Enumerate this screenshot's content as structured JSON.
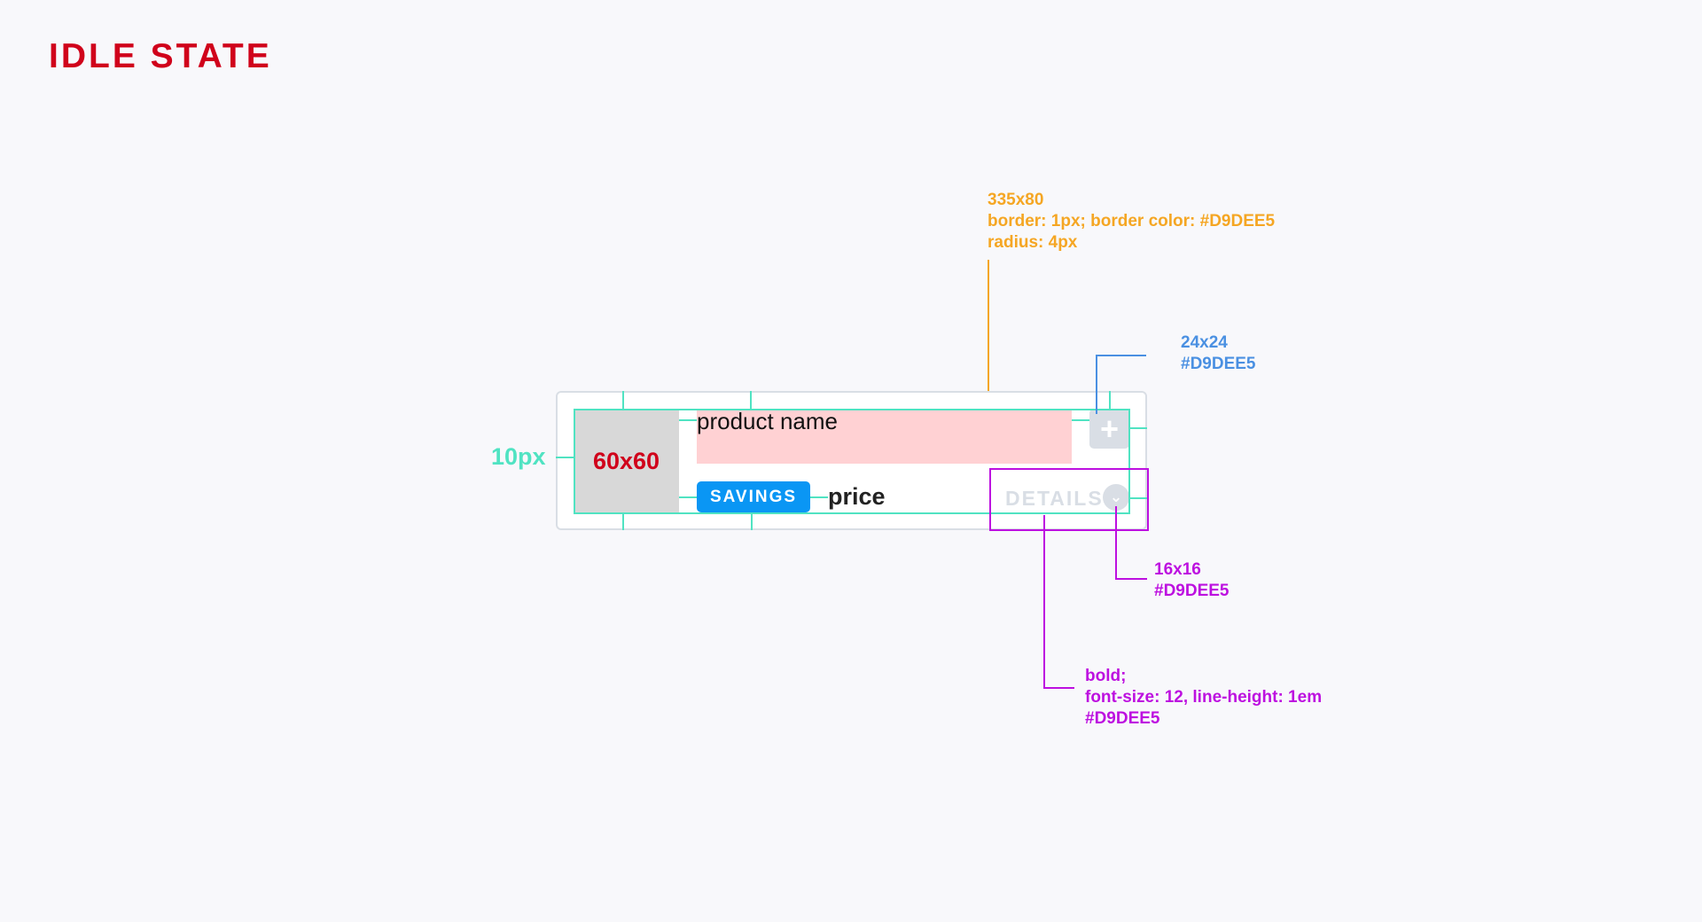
{
  "title": "IDLE STATE",
  "colors": {
    "title": "#D0021B",
    "spacing": "#50E3C2",
    "card_note": "#F5A623",
    "icon_note": "#4A90E2",
    "details_note": "#BD10E0",
    "border": "#D9DEE5",
    "savings_badge": "#0A96F4",
    "name_placeholder": "#FFD1D3",
    "thumbnail": "#D8D8D8"
  },
  "card": {
    "thumbnail_label": "60x60",
    "product_name": "product name",
    "savings_label": "SAVINGS",
    "price_label": "price",
    "details_label": "DETAILS",
    "add_icon": "plus-icon",
    "details_icon": "chevron-down-icon"
  },
  "annotations": {
    "spacing": "10px",
    "card_size": "335x80",
    "card_border": "border: 1px; border color: #D9DEE5",
    "card_radius": "radius: 4px",
    "add_size": "24x24",
    "add_color": "#D9DEE5",
    "chevron_size": "16x16",
    "chevron_color": "#D9DEE5",
    "details_weight": "bold;",
    "details_font": "font-size: 12, line-height: 1em",
    "details_color": "#D9DEE5"
  }
}
